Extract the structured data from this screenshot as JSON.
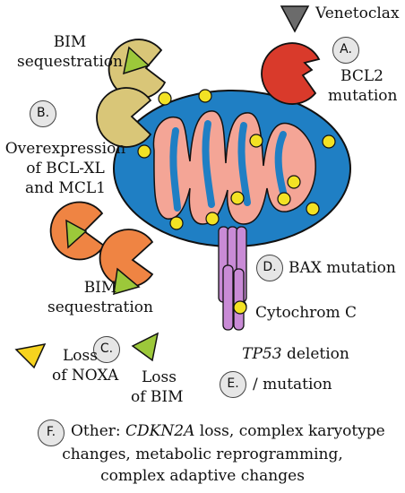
{
  "labels": {
    "venetoclax": "Venetoclax",
    "bcl2_mutation": [
      "BCL2",
      "mutation"
    ],
    "bim_sequestration_top": [
      "BIM",
      "sequestration"
    ],
    "overexpression": [
      "Overexpression",
      "of BCL-XL",
      "and MCL1"
    ],
    "bim_sequestration_bottom": [
      "BIM",
      "sequestration"
    ],
    "bax_mutation": "BAX mutation",
    "cytochrom_c": "Cytochrom C",
    "loss_of_noxa": [
      "Loss",
      "of NOXA"
    ],
    "loss_of_bim": [
      "Loss",
      "of BIM"
    ],
    "tp53": {
      "gene": "TP53",
      "line1_rest": " deletion",
      "line2": "/ mutation"
    },
    "other": {
      "prefix": "Other: ",
      "gene": "CDKN2A",
      "line1_rest": " loss, complex karyotype",
      "line2": "changes, metabolic reprogramming,",
      "line3": "complex adaptive changes"
    }
  },
  "badges": {
    "a": "A.",
    "b": "B.",
    "c": "C.",
    "d": "D.",
    "e": "E.",
    "f": "F."
  },
  "colors": {
    "outer_membrane": "#1f7fc4",
    "inner_matrix": "#f4a596",
    "dot": "#f3e224",
    "bcl2_protein": "#d93a2b",
    "bclxl_protein": "#d9c678",
    "mcl1_protein": "#ef8443",
    "bim_wedge": "#9cc83a",
    "noxa_wedge": "#f6d31f",
    "venetoclax_wedge": "#6b6b6b",
    "bax_pore": "#c98bd6",
    "badge_fill": "#e6e6e6"
  }
}
